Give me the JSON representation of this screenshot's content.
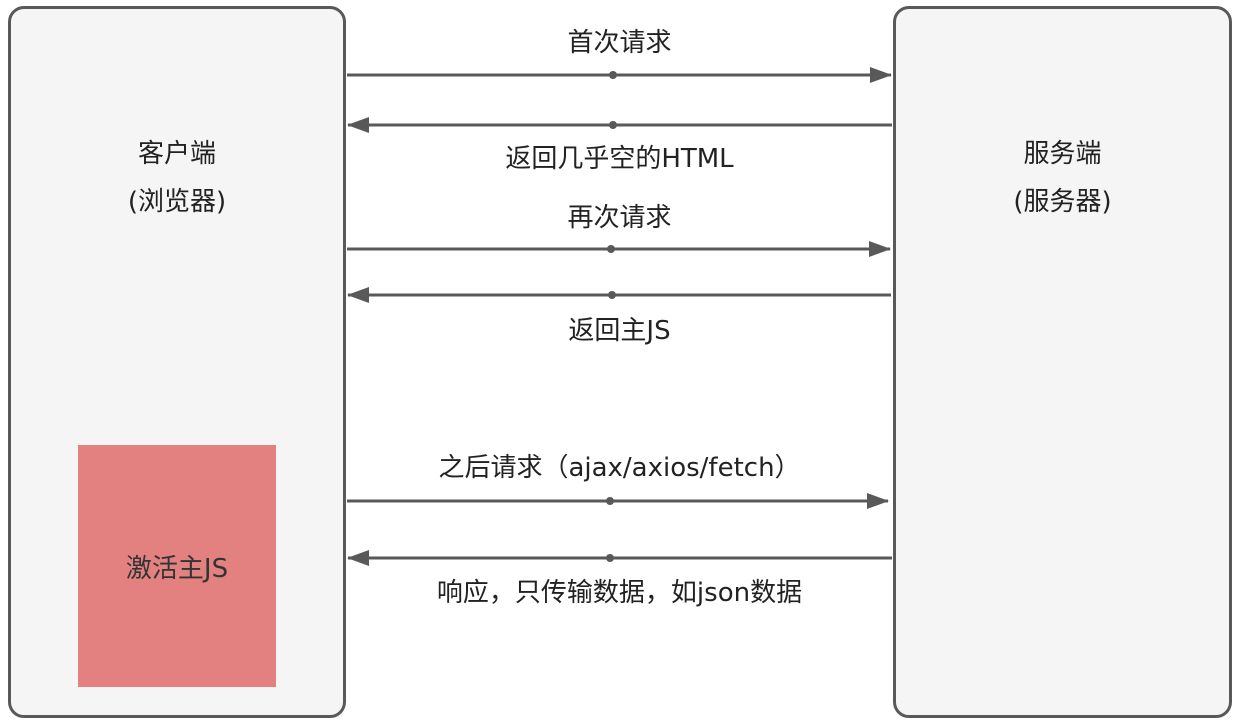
{
  "client": {
    "title": "客户端",
    "subtitle": "(浏览器)",
    "js_box_label": "激活主JS"
  },
  "server": {
    "title": "服务端",
    "subtitle": "(服务器)"
  },
  "messages": [
    {
      "label": "首次请求",
      "direction": "to-server"
    },
    {
      "label": "返回几乎空的HTML",
      "direction": "to-client"
    },
    {
      "label": "再次请求",
      "direction": "to-server"
    },
    {
      "label": "返回主JS",
      "direction": "to-client"
    },
    {
      "label": "之后请求（ajax/axios/fetch）",
      "direction": "to-server"
    },
    {
      "label": "响应，只传输数据，如json数据",
      "direction": "to-client"
    }
  ],
  "colors": {
    "panel_fill": "#f4f5f4",
    "panel_border": "#595959",
    "js_box_fill": "#e38180",
    "arrow": "#595959"
  }
}
